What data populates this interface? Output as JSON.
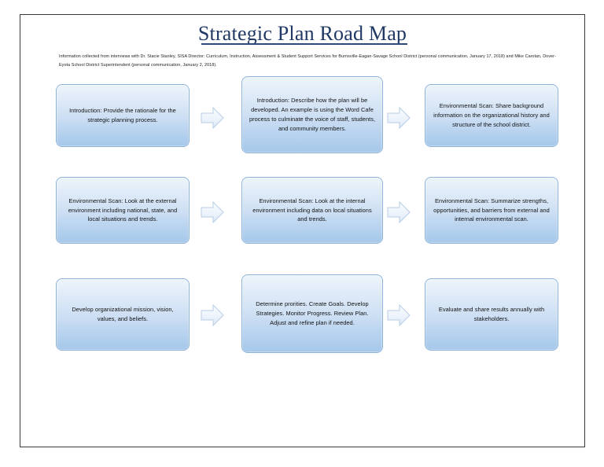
{
  "document": {
    "title": "Strategic Plan Road Map",
    "source_note": "Information collected from interviews with Dr. Stacie Stanley, SISA Director: Curriculum, Instruction, Assessment & Student Support Services for Burnsville-Eagan-Savage School District (personal communication, January 17, 2018) and Mike Carolan, Dover-Eyota School District Superintendent (personal communication, January 2, 2018)."
  },
  "colors": {
    "title": "#1f3864",
    "title_rule": "#2e4a7d",
    "node_border": "#8fb4d9",
    "node_fill_top": "#eef4fb",
    "node_fill_bottom": "#a6c8ea",
    "arrow_fill": "#e8eef8",
    "arrow_border": "#b9cde6",
    "page_border": "#3a3a3a"
  },
  "flow": {
    "rows": [
      {
        "row_label": "row-1",
        "steps": [
          {
            "id": "r1c1",
            "text": "Introduction: Provide the rationale for the strategic planning process."
          },
          {
            "id": "r1c2",
            "text": "Introduction: Describe how the plan will be developed.  An example is using the Word Cafe process to culminate the voice of staff, students, and community members."
          },
          {
            "id": "r1c3",
            "text": "Environmental Scan: Share background information on the organizational history and structure of the school district."
          }
        ],
        "arrows": [
          {
            "id": "a-r1-1",
            "icon": "right-arrow-icon"
          },
          {
            "id": "a-r1-2",
            "icon": "right-arrow-icon"
          }
        ]
      },
      {
        "row_label": "row-2",
        "steps": [
          {
            "id": "r2c1",
            "text": "Environmental Scan: Look at the external environment including national, state, and local situations and trends."
          },
          {
            "id": "r2c2",
            "text": "Environmental Scan: Look at the internal environment including data on local situations and trends."
          },
          {
            "id": "r2c3",
            "text": "Environmental Scan: Summarize strengths, opportunities, and barriers from external and internal environmental scan."
          }
        ],
        "arrows": [
          {
            "id": "a-r2-1",
            "icon": "right-arrow-icon"
          },
          {
            "id": "a-r2-2",
            "icon": "right-arrow-icon"
          }
        ]
      },
      {
        "row_label": "row-3",
        "steps": [
          {
            "id": "r3c1",
            "text": "Develop organizational mission, vision, values, and beliefs."
          },
          {
            "id": "r3c2",
            "text": "Determine prorities. Create Goals. Develop Strategies. Monitor Progress. Review Plan. Adjust and refine plan if needed."
          },
          {
            "id": "r3c3",
            "text": "Evaluate and share results annually with stakeholders."
          }
        ],
        "arrows": [
          {
            "id": "a-r3-1",
            "icon": "right-arrow-icon"
          },
          {
            "id": "a-r3-2",
            "icon": "right-arrow-icon"
          }
        ]
      }
    ]
  }
}
